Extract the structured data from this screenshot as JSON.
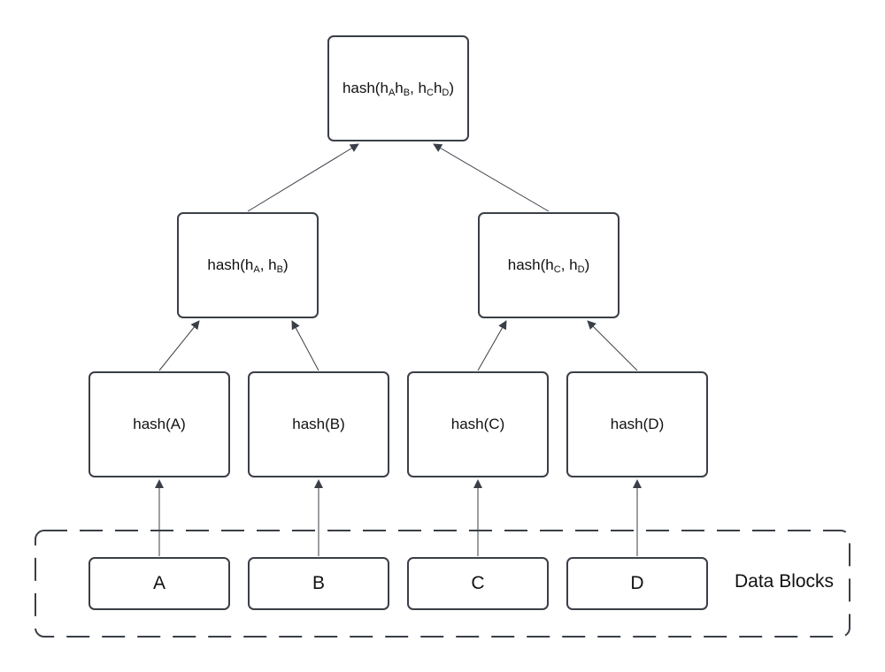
{
  "root": {
    "text": "hash(",
    "s1": "A",
    "t1": "h",
    "s2": "B",
    "t2": ", h",
    "s3": "C",
    "t3": "h",
    "s4": "D",
    "t4": ")"
  },
  "left_pair": {
    "text": "hash(h",
    "s1": "A",
    "t1": ", h",
    "s2": "B",
    "t2": ")"
  },
  "right_pair": {
    "text": "hash(h",
    "s1": "C",
    "t1": ", h",
    "s2": "D",
    "t2": ")"
  },
  "leaves": [
    "hash(A)",
    "hash(B)",
    "hash(C)",
    "hash(D)"
  ],
  "blocks": [
    "A",
    "B",
    "C",
    "D"
  ],
  "group_label": "Data Blocks"
}
